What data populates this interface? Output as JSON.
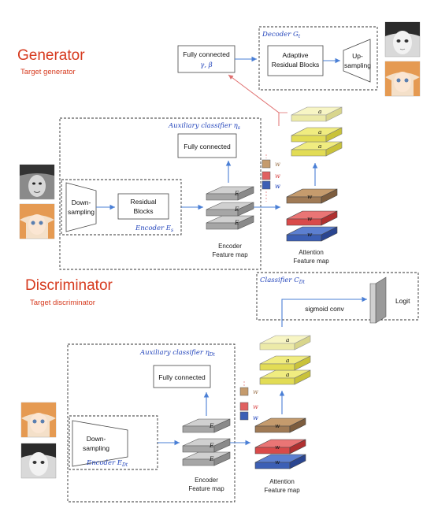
{
  "generator": {
    "title": "Generator",
    "subtitle": "Target generator",
    "fc_label": "Fully connected",
    "fc_params": "γ, β",
    "decoder_title": "Decoder G",
    "decoder_sub": "t",
    "adaptive_line1": "Adaptive",
    "adaptive_line2": "Residual Blocks",
    "upsampling_line1": "Up-",
    "upsampling_line2": "sampling",
    "aux_title": "Auxiliary classifier η",
    "aux_sub": "s",
    "aux_fc": "Fully connected",
    "downsampling_line1": "Down-",
    "downsampling_line2": "sampling",
    "residual_line1": "Residual",
    "residual_line2": "Blocks",
    "encoder_title": "Encoder E",
    "encoder_sub": "s",
    "encoder_fm_line1": "Encoder",
    "encoder_fm_line2": "Feature map",
    "attention_fm_line1": "Attention",
    "attention_fm_line2": "Feature map",
    "E_n": "E",
    "E_2": "E",
    "E_1": "E",
    "a_n": "a",
    "a_2": "a",
    "a_1": "a",
    "w_n": "w",
    "w_2": "w",
    "w_1": "w",
    "wE_n": "w",
    "wE_2": "w",
    "wE_1": "w"
  },
  "discriminator": {
    "title": "Discriminator",
    "subtitle": "Target discriminator",
    "classifier_title": "Classifier C",
    "classifier_sub": "Dt",
    "sigmoid": "sigmoid conv",
    "logit": "Logit",
    "aux_title": "Auxiliary classifier η",
    "aux_sub": "Dt",
    "aux_fc": "Fully connected",
    "downsampling_line1": "Down-",
    "downsampling_line2": "sampling",
    "encoder_title": "Encoder E",
    "encoder_sub": "Dt",
    "encoder_fm_line1": "Encoder",
    "encoder_fm_line2": "Feature map",
    "attention_fm_line1": "Attention",
    "attention_fm_line2": "Feature map"
  },
  "colors": {
    "title_red": "#d63a1e",
    "blue_text": "#2244bb",
    "arrow_blue": "#4a7fd6",
    "arrow_red": "#e07070",
    "yellow": "#f0ec80",
    "yellow_light": "#f7f5c4",
    "brown": "#a07a55",
    "red": "#d94a4a",
    "blue": "#3c5fb5",
    "grey": "#b5b5b5"
  }
}
